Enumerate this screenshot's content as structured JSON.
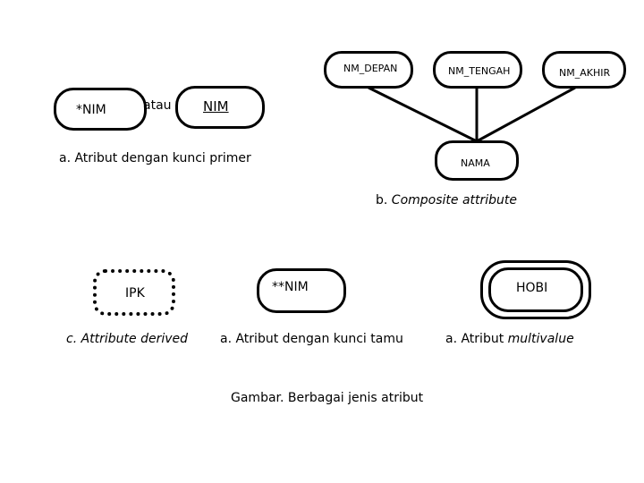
{
  "colors": {
    "stroke": "#000000",
    "background": "#ffffff"
  },
  "composite": {
    "part1": "NM_DEPAN",
    "part2": "NM_TENGAH",
    "part3": "NM_AKHIR",
    "parent": "NAMA",
    "caption_prefix": "b.",
    "caption_italic": "Composite attribute"
  },
  "primary": {
    "starred": "*NIM",
    "or_word": "atau",
    "underlined": "NIM",
    "caption": "a. Atribut dengan kunci primer"
  },
  "derived": {
    "label": "IPK",
    "caption": "c. Attribute derived"
  },
  "foreign": {
    "label": "**NIM",
    "caption": "a. Atribut dengan kunci tamu"
  },
  "multivalue": {
    "label": "HOBI",
    "caption_prefix": "a. Atribut",
    "caption_italic": "multivalue"
  },
  "figure_caption": "Gambar. Berbagai jenis atribut"
}
